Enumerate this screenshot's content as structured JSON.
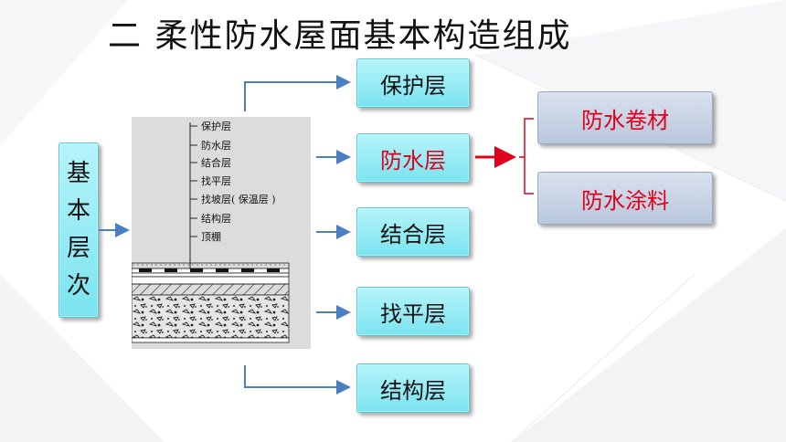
{
  "title": "二  柔性防水屋面基本构造组成",
  "left_box": {
    "chars": [
      "基",
      "本",
      "层",
      "次"
    ]
  },
  "diagram_labels": [
    "保护层",
    "防水层",
    "结合层",
    "找平层",
    "找坡层( 保温层 )",
    "结构层",
    "顶棚"
  ],
  "layers": [
    {
      "label": "保护层"
    },
    {
      "label": "防水层"
    },
    {
      "label": "结合层"
    },
    {
      "label": "找平层"
    },
    {
      "label": "结构层"
    }
  ],
  "waterproof_types": [
    {
      "label": "防水卷材"
    },
    {
      "label": "防水涂料"
    }
  ],
  "colors": {
    "box_cyan": "#8ee9f3",
    "box_gray": "#c8d3e5",
    "arrow_blue": "#4a7fc1",
    "accent_red": "#e0001b"
  }
}
